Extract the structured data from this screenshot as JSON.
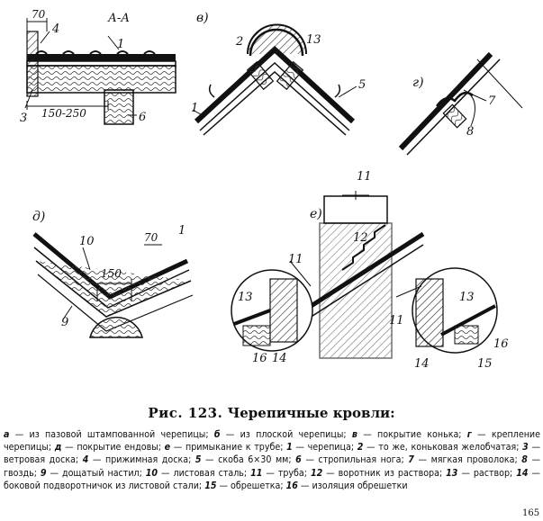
{
  "figure": {
    "section_label": "А-А",
    "sub_labels": {
      "v": "в)",
      "g": "г)",
      "d": "д)",
      "e": "е)"
    },
    "dims": {
      "d70a": "70",
      "d150_250": "150-250",
      "d70b": "70",
      "d150": "150"
    },
    "numbers": {
      "n1a": "1",
      "n3": "3",
      "n4": "4",
      "n6": "6",
      "n1b": "1",
      "n2": "2",
      "n13a": "13",
      "n5": "5",
      "n7": "7",
      "n8": "8",
      "n10a": "10",
      "n1c": "1",
      "n9": "9",
      "n11a": "11",
      "n12": "12",
      "n11b": "11",
      "n13b": "13",
      "n16a": "16",
      "n14a": "14",
      "n13c": "13",
      "n11c": "11",
      "n14b": "14",
      "n15": "15",
      "n16b": "16"
    }
  },
  "caption": {
    "prefix": "Рис. 123.",
    "title": "Черепичные кровли:"
  },
  "legend": [
    {
      "k": "а",
      "t": " — из пазовой штампованной черепицы; "
    },
    {
      "k": "б",
      "t": " — из плоской черепицы; "
    },
    {
      "k": "в",
      "t": " — покрытие конька; "
    },
    {
      "k": "г",
      "t": " — крепление черепицы; "
    },
    {
      "k": "д",
      "t": " — покрытие ендовы; "
    },
    {
      "k": "е",
      "t": " — примыкание к трубе; "
    },
    {
      "k": "1",
      "t": " — черепица; "
    },
    {
      "k": "2",
      "t": " — то же, коньковая желобчатая; "
    },
    {
      "k": "3",
      "t": " — ветровая доска; "
    },
    {
      "k": "4",
      "t": " — прижимная доска; "
    },
    {
      "k": "5",
      "t": " — скоба 6×30 мм; "
    },
    {
      "k": "6",
      "t": " — стропильная нога; "
    },
    {
      "k": "7",
      "t": " — мягкая проволока; "
    },
    {
      "k": "8",
      "t": " — гвоздь; "
    },
    {
      "k": "9",
      "t": " — дощатый настил; "
    },
    {
      "k": "10",
      "t": " — листовая сталь; "
    },
    {
      "k": "11",
      "t": " — труба; "
    },
    {
      "k": "12",
      "t": " — воротник из раствора; "
    },
    {
      "k": "13",
      "t": " — раствор; "
    },
    {
      "k": "14",
      "t": " — боковой подворотничок из листовой стали; "
    },
    {
      "k": "15",
      "t": " — обрешетка; "
    },
    {
      "k": "16",
      "t": " — изоляция обрешетки"
    }
  ],
  "page_number": "165"
}
